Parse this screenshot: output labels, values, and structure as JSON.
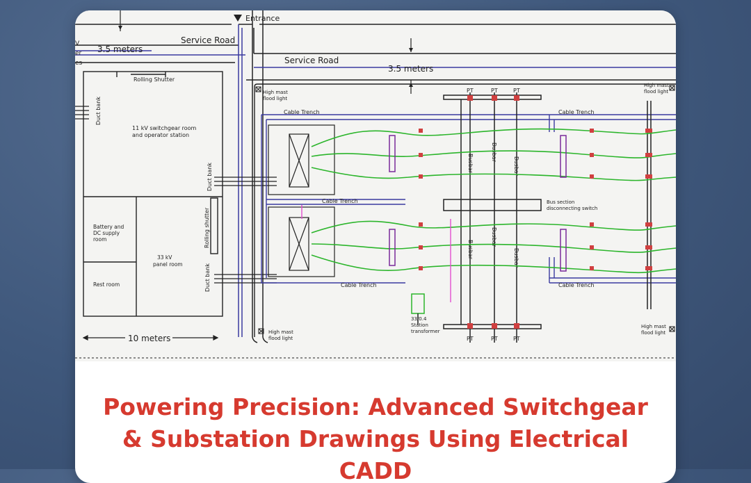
{
  "article": {
    "title": "Powering Precision: Advanced Switchgear & Substation Drawings Using Electrical CADD"
  },
  "drawing": {
    "labels": {
      "entrance": "Entrance",
      "service_road_1": "Service Road",
      "service_road_2": "Service Road",
      "width_1": "3.5 meters",
      "width_2": "3.5 meters",
      "rolling_shutter": "Rolling Shutter",
      "duct_bank_1": "Duct bank",
      "duct_bank_2": "Duct bank",
      "duct_bank_3": "Duct bank",
      "switchgear_room_1": "11 kV switchgear room",
      "switchgear_room_2": "and operator station",
      "battery_1": "Battery and",
      "battery_2": "DC supply",
      "battery_3": "room",
      "panel_room_1": "33 kV",
      "panel_room_2": "panel room",
      "rest_room": "Rest room",
      "rolling_shutter_2": "Rolling shutter",
      "ten_meters": "10 meters",
      "flood_light_a1": "High mast",
      "flood_light_a2": "flood light",
      "flood_light_b1": "High mast",
      "flood_light_b2": "flood light",
      "flood_light_c1": "High mast",
      "flood_light_c2": "flood light",
      "flood_light_d1": "High mast",
      "flood_light_d2": "flood light",
      "cable_trench_1": "Cable Trench",
      "cable_trench_2": "Cable Trench",
      "cable_trench_3": "Cable Trench",
      "cable_trench_4": "Cable Trench",
      "cable_trench_5": "Cable Trench",
      "busbar_1": "Busbar",
      "busbar_2": "Busbar",
      "busbar_3": "Busbar",
      "busbar_4": "Busbar",
      "busbar_5": "Busbar",
      "busbar_6": "Busbar",
      "bus_section_1": "Bus section",
      "bus_section_2": "disconnecting switch",
      "transformer_1": "33/0.4",
      "transformer_2": "Station",
      "transformer_3": "transformer",
      "pt": "PT",
      "left_cut_1": "V",
      "left_cut_2": "er",
      "left_cut_3": "es"
    }
  }
}
